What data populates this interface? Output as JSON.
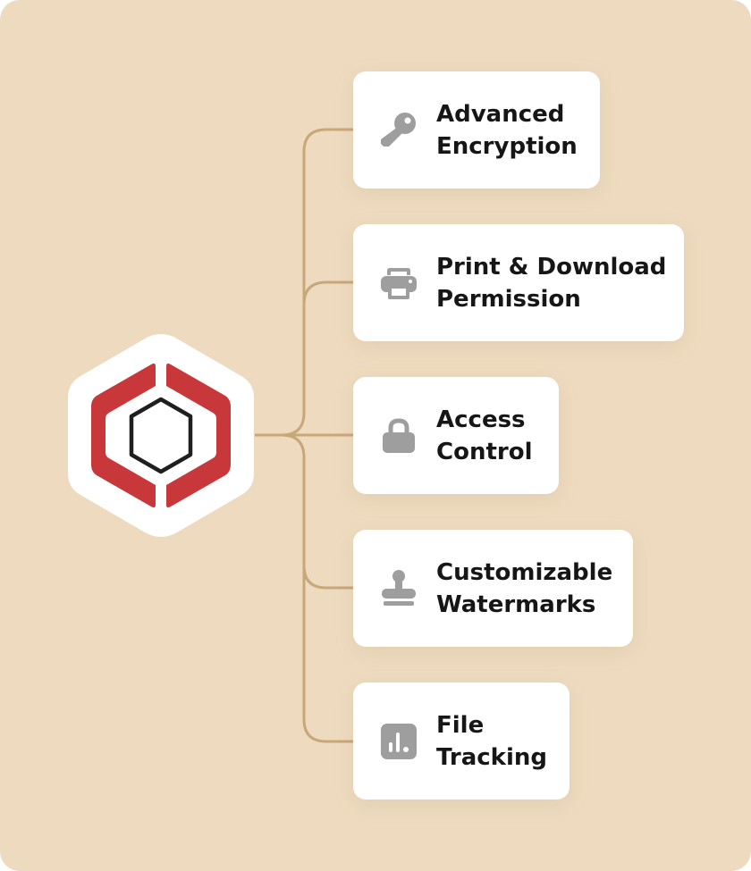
{
  "colors": {
    "background": "#EEDBBF",
    "connector": "#C8A779",
    "card": "#FFFFFF",
    "icon": "#9E9E9E",
    "brand_red": "#C8373A",
    "text": "#161616"
  },
  "center": {
    "name": "brand-logo-icon"
  },
  "features": [
    {
      "icon": "key-icon",
      "line1": "Advanced",
      "line2": "Encryption"
    },
    {
      "icon": "printer-icon",
      "line1": "Print & Download",
      "line2": "Permission"
    },
    {
      "icon": "lock-icon",
      "line1": "Access",
      "line2": "Control"
    },
    {
      "icon": "stamp-icon",
      "line1": "Customizable",
      "line2": "Watermarks"
    },
    {
      "icon": "chart-icon",
      "line1": "File",
      "line2": "Tracking"
    }
  ]
}
